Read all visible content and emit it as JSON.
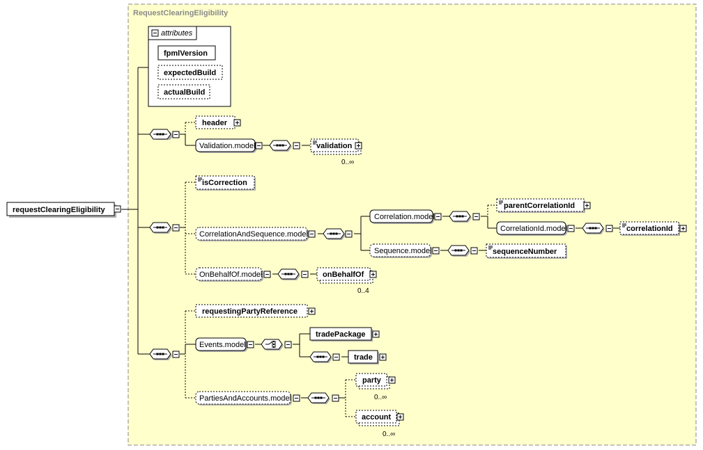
{
  "diagram": {
    "group_title": "RequestClearingEligibility",
    "attributes_label": "attributes",
    "root": "requestClearingEligibility",
    "attrs": {
      "fpml_version": "fpmlVersion",
      "expected_build": "expectedBuild",
      "actual_build": "actualBuild"
    },
    "elements": {
      "header": "header",
      "validation_model": "Validation.model",
      "validation": "validation",
      "validation_card": "0..∞",
      "is_correction": "isCorrection",
      "correlation_and_sequence_model": "CorrelationAndSequence.model",
      "correlation_model": "Correlation.model",
      "parent_correlation_id": "parentCorrelationId",
      "correlation_id_model": "CorrelationId.model",
      "correlation_id": "correlationId",
      "sequence_model": "Sequence.model",
      "sequence_number": "sequenceNumber",
      "on_behalf_of_model": "OnBehalfOf.model",
      "on_behalf_of": "onBehalfOf",
      "on_behalf_of_card": "0..4",
      "requesting_party_reference": "requestingPartyReference",
      "events_model": "Events.model",
      "trade_package": "tradePackage",
      "trade": "trade",
      "parties_and_accounts_model": "PartiesAndAccounts.model",
      "party": "party",
      "party_card": "0..∞",
      "account": "account",
      "account_card": "0..∞"
    },
    "colors": {
      "group_fill": "#ffffcc",
      "group_border": "#8a8a8a",
      "box_fill": "#ffffff",
      "compositor_fill": "#ffffff",
      "shadow": "#b0b0b0"
    }
  }
}
